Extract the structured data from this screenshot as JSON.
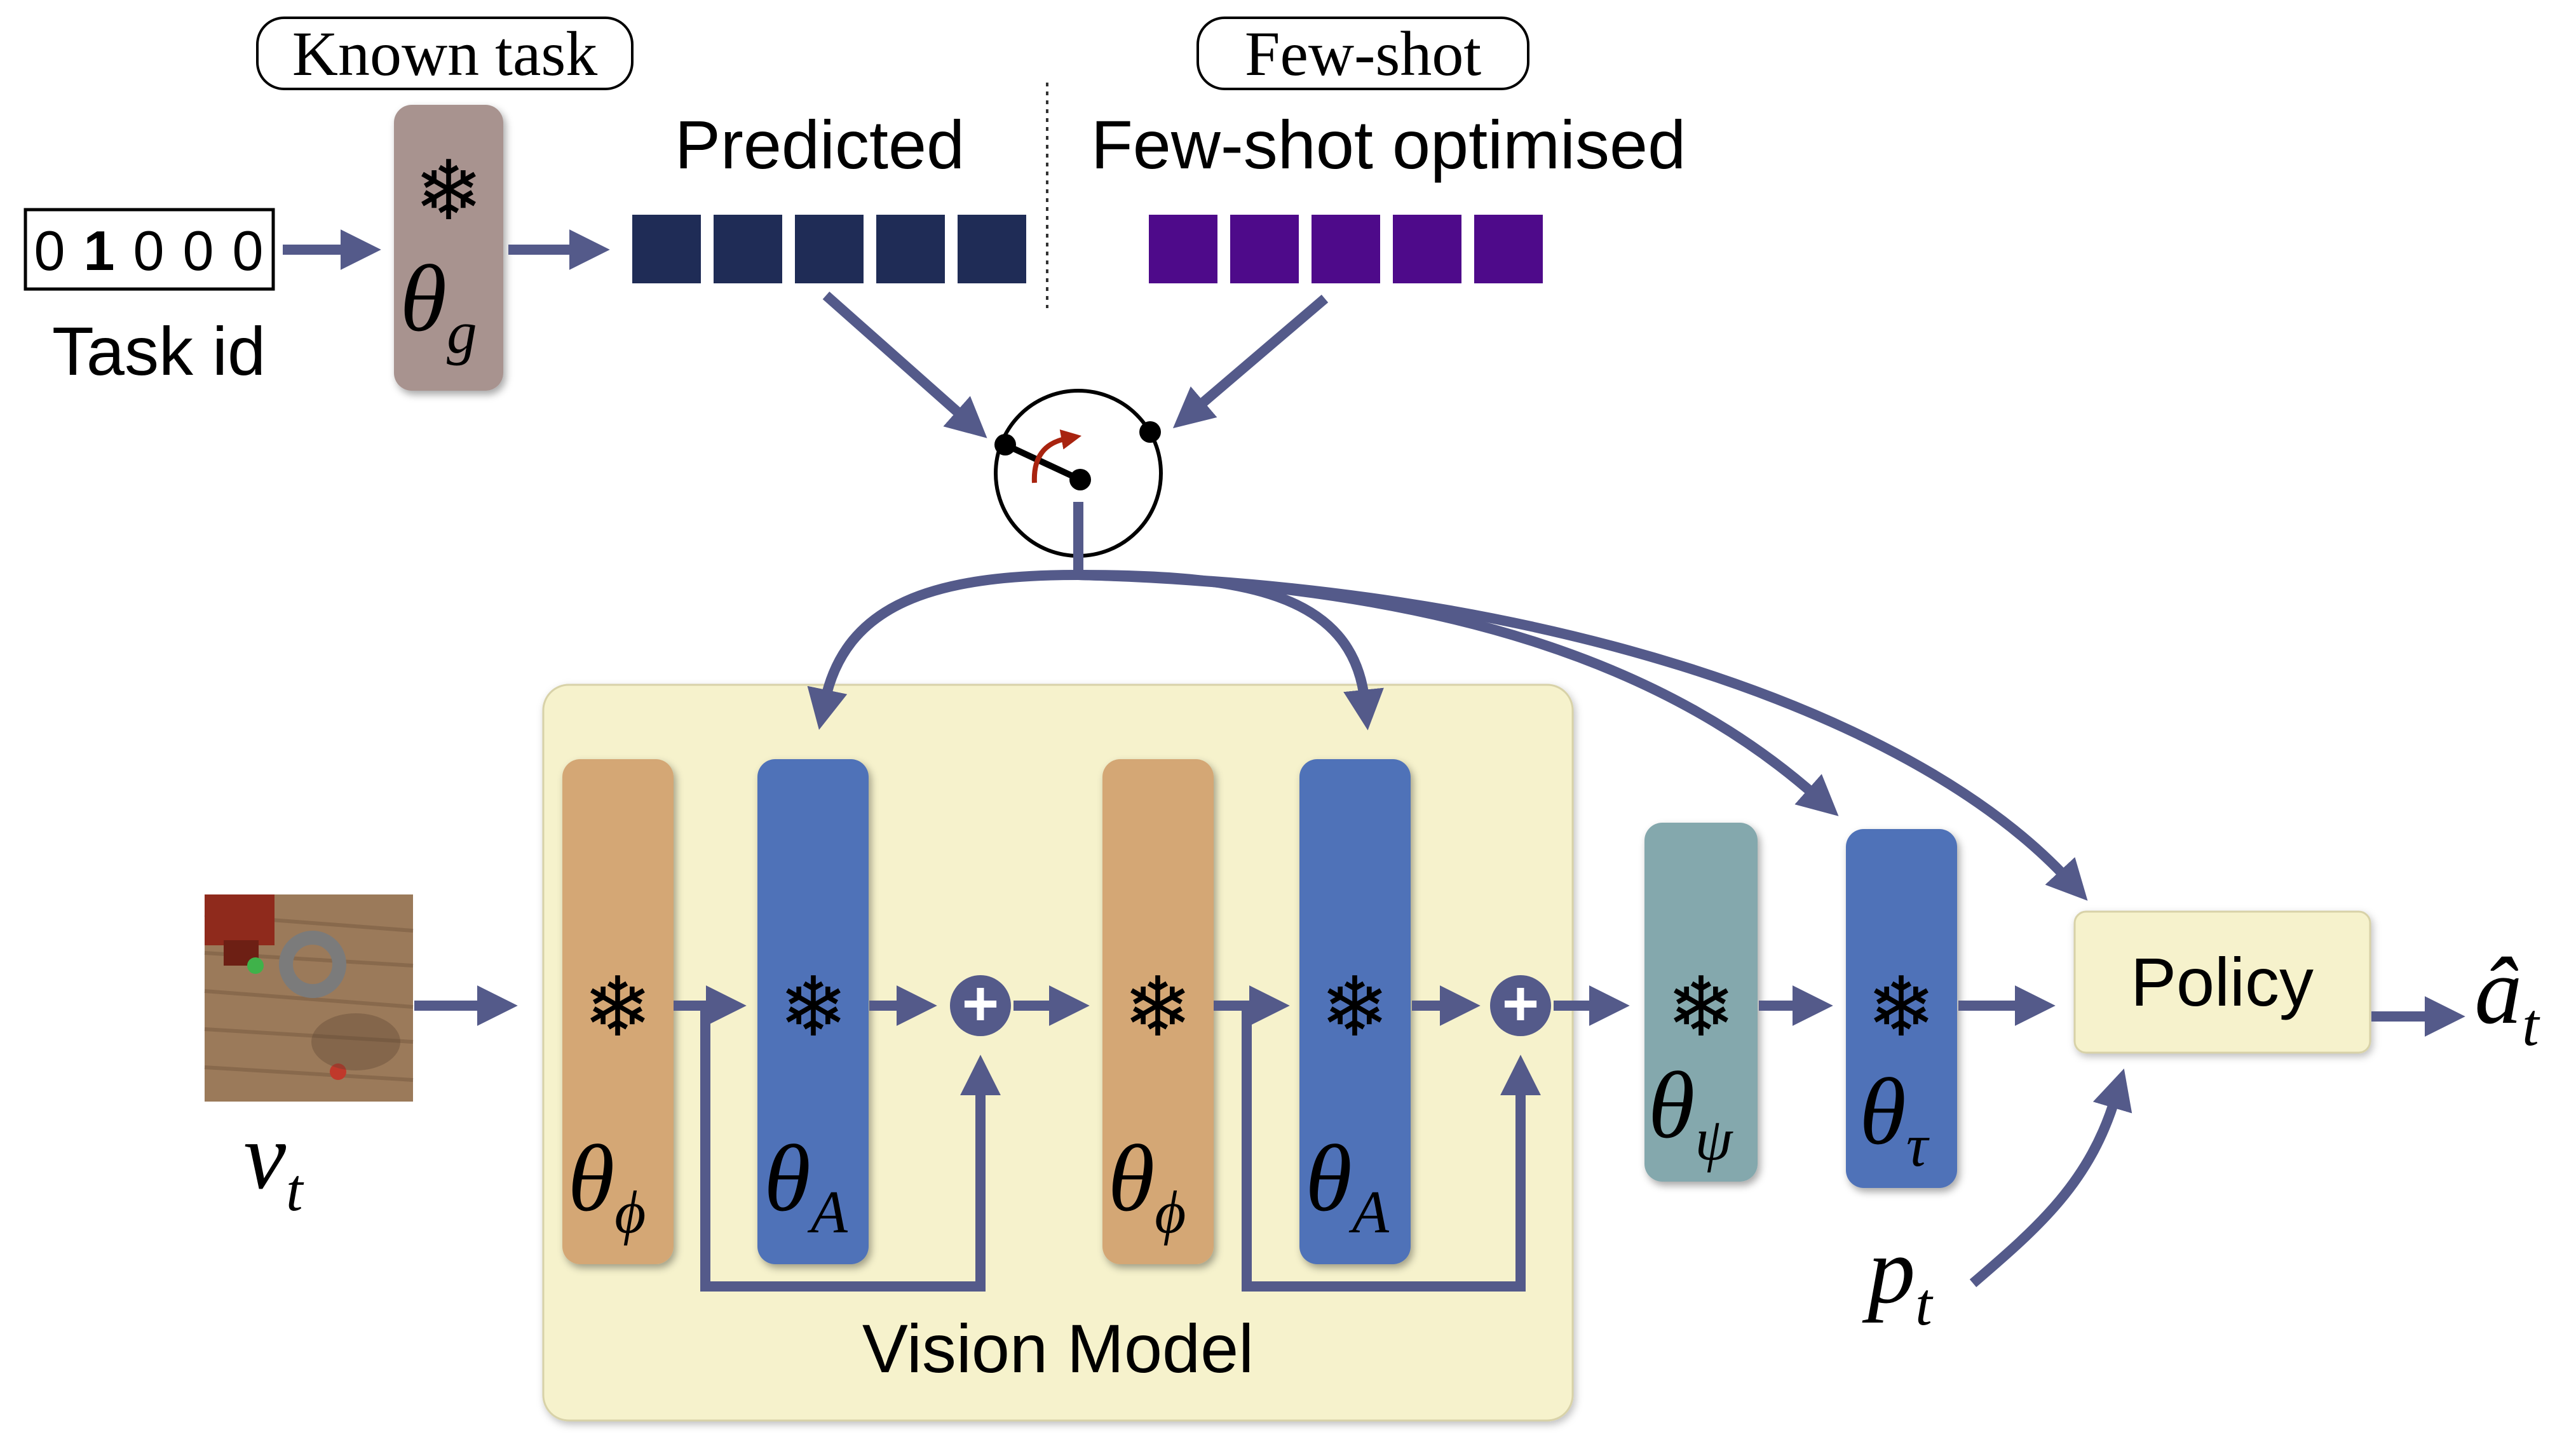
{
  "header": {
    "known_task_label": "Known task",
    "few_shot_label": "Few-shot"
  },
  "task_id": {
    "digits": [
      "0",
      "1",
      "0",
      "0",
      "0"
    ],
    "label": "Task id"
  },
  "embeddings": {
    "predicted_label": "Predicted",
    "few_shot_label": "Few-shot optimised",
    "predicted_color": "#1f2c56",
    "few_shot_color": "#4e0a8a"
  },
  "params": {
    "theta": "θ",
    "g_sub": "g",
    "phi_sub": "ϕ",
    "A_sub": "A",
    "psi_sub": "ψ",
    "tau_sub": "τ"
  },
  "vision_model": {
    "label": "Vision Model"
  },
  "policy": {
    "label": "Policy"
  },
  "inputs": {
    "v_main": "v",
    "v_sub": "t",
    "p_main": "p",
    "p_sub": "t"
  },
  "output": {
    "a_main": "â",
    "a_sub": "t"
  },
  "icons": {
    "frozen": "❄",
    "adder": "+"
  },
  "colors": {
    "arrow": "#545a8a",
    "orange_block": "#d4a774",
    "blue_block": "#4f72b8",
    "teal_block": "#84a8ad",
    "mauve_block": "#a8938f",
    "vision_bg": "#f6f2cc",
    "policy_bg": "#f6f2cc",
    "switch_arrow": "#a8230f"
  }
}
